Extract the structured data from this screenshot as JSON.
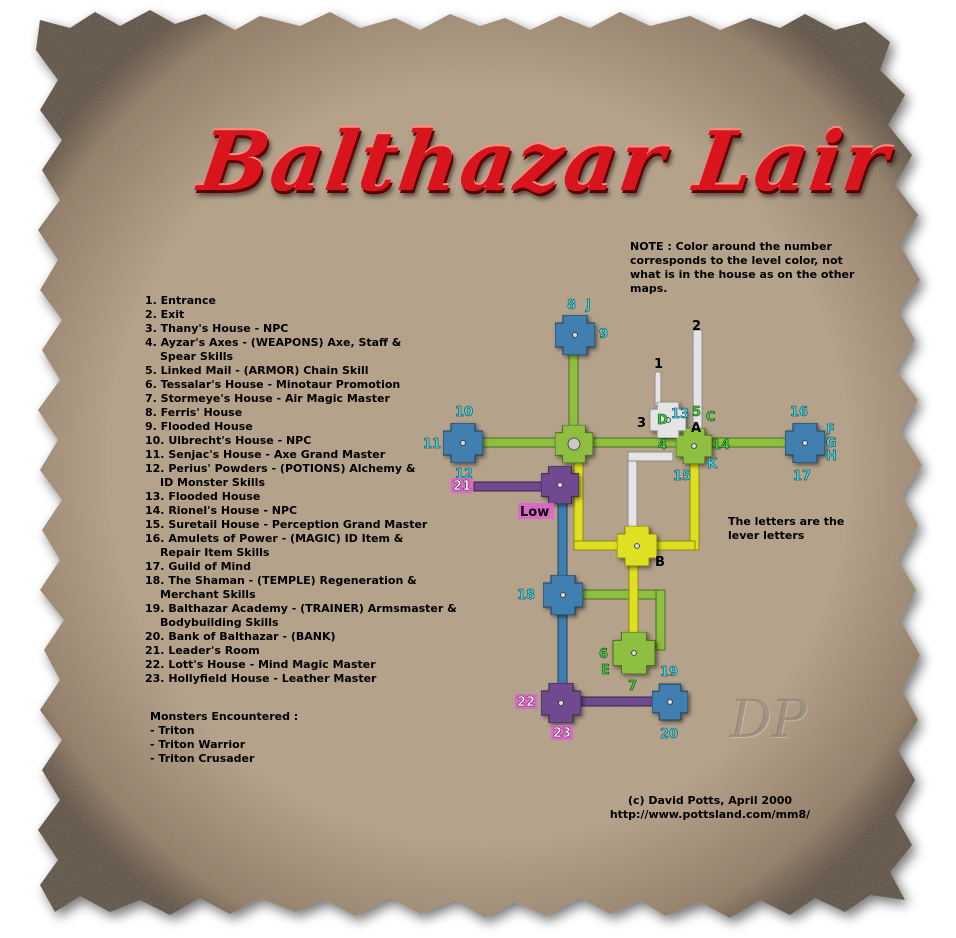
{
  "title": "Balthazar Lair",
  "note": "NOTE : Color around the number corresponds to the level color, not what is in the house as on the other maps.",
  "lever_note": "The letters are the lever letters",
  "legend": [
    [
      "1. Entrance"
    ],
    [
      "2. Exit"
    ],
    [
      "3. Thany's House - NPC"
    ],
    [
      "4. Ayzar's Axes - (WEAPONS) Axe, Staff &",
      "Spear Skills"
    ],
    [
      "5. Linked Mail - (ARMOR) Chain Skill"
    ],
    [
      "6. Tessalar's House - Minotaur Promotion"
    ],
    [
      "7. Stormeye's House - Air Magic Master"
    ],
    [
      "8. Ferris' House"
    ],
    [
      "9. Flooded House"
    ],
    [
      "10. Ulbrecht's House - NPC"
    ],
    [
      "11. Senjac's House - Axe Grand Master"
    ],
    [
      "12. Perius' Powders - (POTIONS) Alchemy &",
      "ID Monster Skills"
    ],
    [
      "13. Flooded House"
    ],
    [
      "14. Rionel's House - NPC"
    ],
    [
      "15. Suretail House - Perception Grand Master"
    ],
    [
      "16. Amulets of Power - (MAGIC) ID Item &",
      "Repair Item Skills"
    ],
    [
      "17. Guild of Mind"
    ],
    [
      "18. The Shaman - (TEMPLE) Regeneration &",
      "Merchant Skills"
    ],
    [
      "19. Balthazar Academy - (TRAINER) Armsmaster &",
      "Bodybuilding Skills"
    ],
    [
      "20. Bank of Balthazar - (BANK)"
    ],
    [
      "21. Leader's Room"
    ],
    [
      "22. Lott's House - Mind Magic Master"
    ],
    [
      "23. Hollyfield House - Leather Master"
    ]
  ],
  "monsters": {
    "heading": "Monsters Encountered :",
    "items": [
      "- Triton",
      "- Triton Warrior",
      "- Triton Crusader"
    ]
  },
  "credits": {
    "line1": "(c) David Potts, April 2000",
    "line2": "http://www.pottsland.com/mm8/"
  },
  "signature": "DP",
  "colors": {
    "parchment": "#b39e84",
    "title_red": "#d8141c",
    "blue_level": "#3f7fb0",
    "green_level": "#8fbf3f",
    "yellow_level": "#e0e020",
    "purple_level": "#6f4a8f",
    "white_level": "#e0e0e0",
    "cyan_label": "#3fd8e0",
    "green_label": "#3fd040",
    "magenta_label": "#e040c0"
  },
  "map_labels": [
    {
      "id": "8",
      "text": "8"
    },
    {
      "id": "J",
      "text": "J"
    },
    {
      "id": "9",
      "text": "9"
    },
    {
      "id": "2",
      "text": "2"
    },
    {
      "id": "1",
      "text": "1"
    },
    {
      "id": "10",
      "text": "10"
    },
    {
      "id": "11",
      "text": "11"
    },
    {
      "id": "12",
      "text": "12"
    },
    {
      "id": "3",
      "text": "3"
    },
    {
      "id": "D",
      "text": "D"
    },
    {
      "id": "13",
      "text": "13"
    },
    {
      "id": "5",
      "text": "5"
    },
    {
      "id": "C",
      "text": "C"
    },
    {
      "id": "A",
      "text": "A"
    },
    {
      "id": "4",
      "text": "4"
    },
    {
      "id": "14",
      "text": "14"
    },
    {
      "id": "K",
      "text": "K"
    },
    {
      "id": "15",
      "text": "15"
    },
    {
      "id": "16",
      "text": "16"
    },
    {
      "id": "F",
      "text": "F"
    },
    {
      "id": "G",
      "text": "G"
    },
    {
      "id": "H",
      "text": "H"
    },
    {
      "id": "17",
      "text": "17"
    },
    {
      "id": "21",
      "text": "21"
    },
    {
      "id": "Low",
      "text": "Low"
    },
    {
      "id": "B",
      "text": "B"
    },
    {
      "id": "18",
      "text": "18"
    },
    {
      "id": "6",
      "text": "6"
    },
    {
      "id": "E",
      "text": "E"
    },
    {
      "id": "7",
      "text": "7"
    },
    {
      "id": "19",
      "text": "19"
    },
    {
      "id": "22",
      "text": "22"
    },
    {
      "id": "20",
      "text": "20"
    },
    {
      "id": "23",
      "text": "23"
    }
  ]
}
